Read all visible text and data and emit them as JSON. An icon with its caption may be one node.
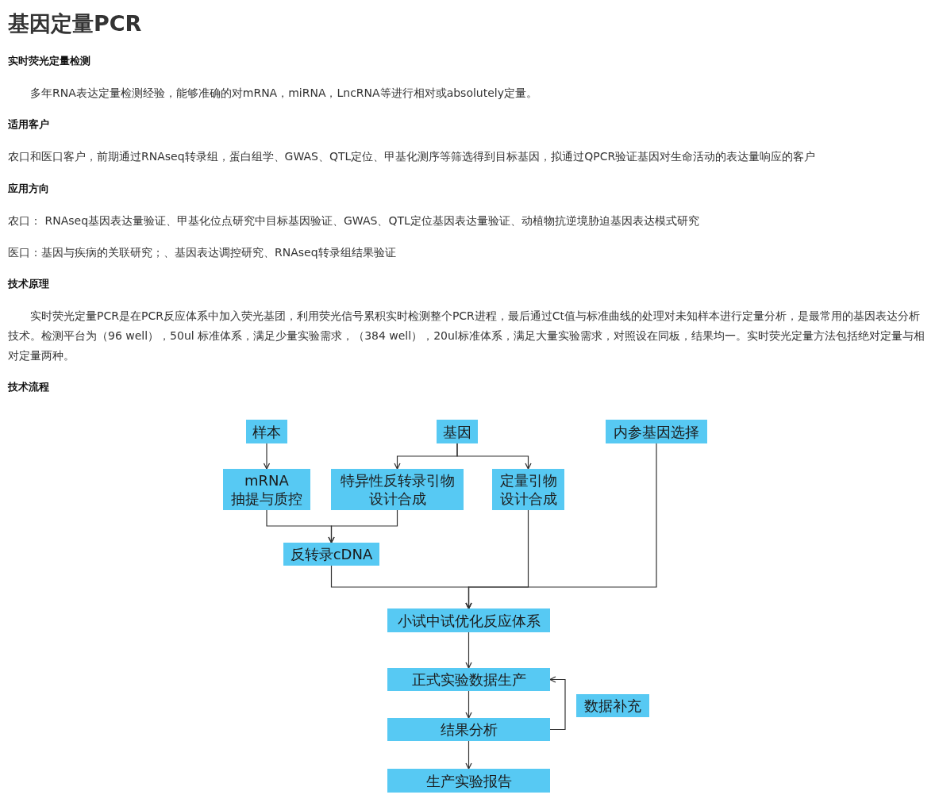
{
  "diagram": {
    "title": "基因定量PCR",
    "nodes": [
      {
        "text": [
          "样本"
        ]
      },
      {
        "text": [
          "基因"
        ]
      },
      {
        "text": [
          "内参基因选择"
        ]
      },
      {
        "text": [
          "mRNA 抽提与质控"
        ]
      },
      {
        "text": [
          "特异性反转录引物设计合成"
        ]
      },
      {
        "text": [
          "定量引物设计合成"
        ]
      },
      {
        "text": [
          "反转录cDNA"
        ]
      },
      {
        "text": [
          "小试中试优化反应体系"
        ]
      },
      {
        "text": [
          "正式实验数据生产"
        ]
      },
      {
        "text": [
          "数据补充"
        ]
      },
      {
        "text": [
          "结果分析"
        ]
      },
      {
        "text": [
          "生产实验报告"
        ]
      }
    ],
    "edges": [
      {
        "from": 0,
        "to": 3,
        "arrow": "to"
      },
      {
        "from": 1,
        "to": 4,
        "arrow": "to"
      },
      {
        "from": 1,
        "to": 5,
        "arrow": "to"
      },
      {
        "from": 3,
        "to": 6,
        "arrow": "to"
      },
      {
        "from": 4,
        "to": 6,
        "arrow": "to"
      },
      {
        "from": 6,
        "to": 7,
        "arrow": "to"
      },
      {
        "from": 5,
        "to": 7,
        "arrow": "to"
      },
      {
        "from": 2,
        "to": 7,
        "arrow": "to"
      },
      {
        "from": 7,
        "to": 8,
        "arrow": "to"
      },
      {
        "from": 8,
        "to": 10,
        "arrow": "to"
      },
      {
        "from": 10,
        "to": 8,
        "arrow": "to"
      },
      {
        "from": 10,
        "to": 11,
        "arrow": "to"
      }
    ],
    "labels": [
      "实时荧光定量检测",
      "多年RNA表达定量检测经验，能够准确的对mRNA，miRNA，LncRNA等进行相对或absolutely定量。",
      "适用客户",
      "农口和医口客户，前期通过RNAseq转录组，蛋白组学、GWAS、QTL定位、甲基化测序等筛选得到目标基因，拟通过QPCR验证基因对生命活动的表达量响应的客户",
      "应用方向",
      "农口： RNAseq基因表达量验证、甲基化位点研究中目标基因验证、GWAS、QTL定位基因表达量验证、动植物抗逆境胁迫基因表达模式研究",
      "医口：基因与疾病的关联研究；、基因表达调控研究、RNAseq转录组结果验证",
      "技术原理",
      "实时荧光定量PCR是在PCR反应体系中加入荧光基团，利用荧光信号累积实时检测整个PCR进程，最后通过Ct值与标准曲线的处理对未知样本进行定量分析，是最常用的基因表达分析技术。检测平台为（96 well），50ul 标准体系，满足少量实验需求，（384 well），20ul标准体系，满足大量实验需求，对照设在同板，结果均一。实时荧光定量方法包括绝对定量与相对定量两种。",
      "技术流程"
    ]
  }
}
